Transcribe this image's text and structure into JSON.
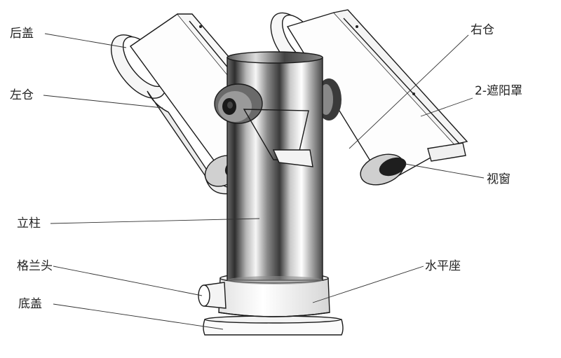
{
  "labels": {
    "rear_cover": "后盖",
    "left_housing": "左仓",
    "pillar": "立柱",
    "flange_head": "格兰头",
    "bottom_cover": "底盖",
    "right_housing": "右仓",
    "sunshade": "2-遮阳罩",
    "window": "视窗",
    "horizontal_base": "水平座"
  },
  "colors": {
    "metal_dark": "#5a5a5a",
    "metal_light": "#f4f4f4",
    "line": "#1a1a1a",
    "background": "#ffffff"
  }
}
